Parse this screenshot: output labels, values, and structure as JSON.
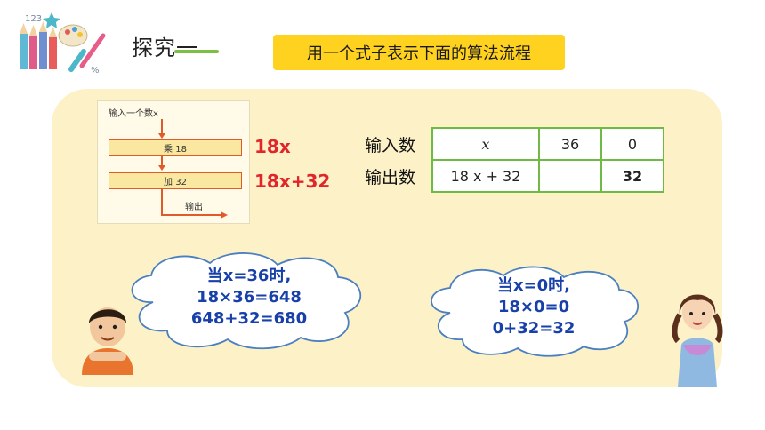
{
  "header": {
    "section_title": "探究一",
    "task": "用一个式子表示下面的算法流程"
  },
  "art": {
    "label_123": "123",
    "label_percent": "%"
  },
  "flowchart": {
    "input_label": "输入一个数x",
    "step1": "乘 18",
    "step2": "加 32",
    "output_label": "输出"
  },
  "expressions": {
    "after_step1": "18x",
    "after_step2": "18x+32"
  },
  "table": {
    "row1": {
      "header": "输入数",
      "values": [
        "x",
        "36",
        "0"
      ]
    },
    "row2": {
      "header": "输出数",
      "values": [
        "18 x + 32",
        "",
        "32"
      ]
    }
  },
  "clouds": {
    "left": {
      "line1": "当x=36时,",
      "line2": "18×36=648",
      "line3": "648+32=680"
    },
    "right": {
      "line1": "当x=0时,",
      "line2": "18×0=0",
      "line3": "0+32=32"
    }
  },
  "colors": {
    "banner": "#ffd21f",
    "panel": "#fdf1c7",
    "accent_red": "#e0252b",
    "cloud_text": "#1740a8",
    "table_border": "#6dbb45"
  }
}
